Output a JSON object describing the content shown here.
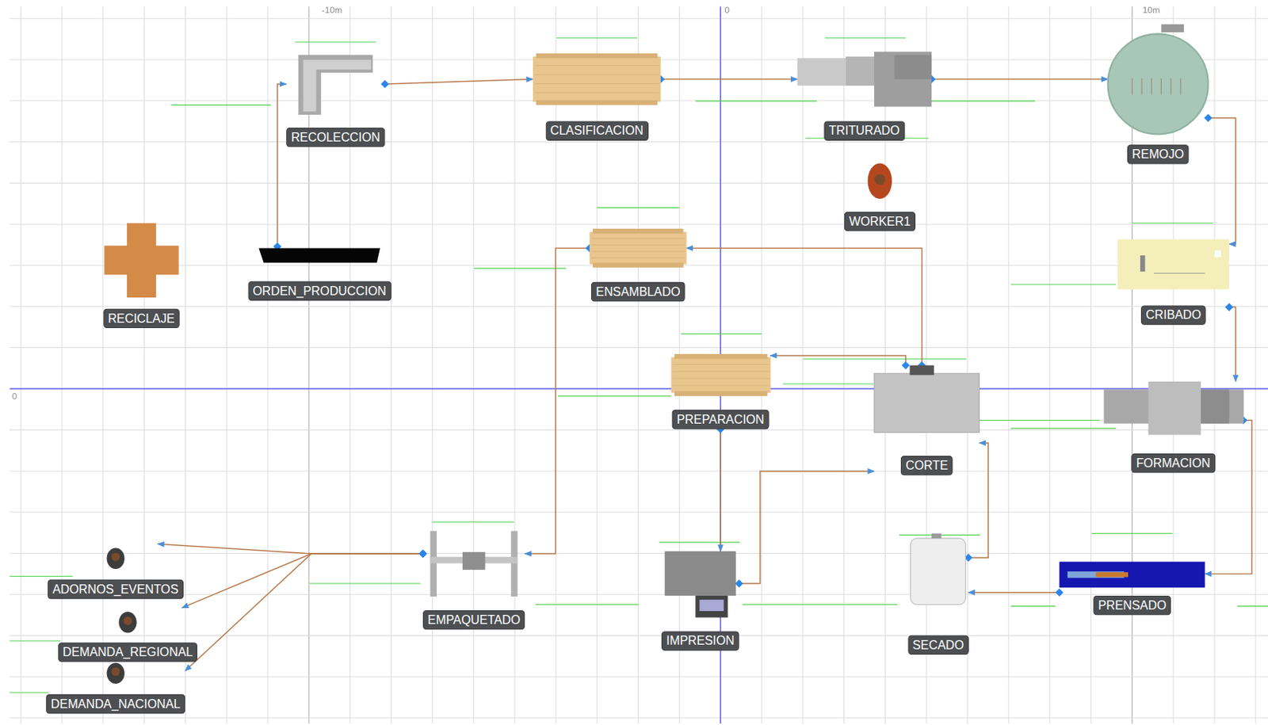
{
  "diagram": {
    "nodes": [
      {
        "text": [
          "RECOLECCION"
        ]
      },
      {
        "text": [
          "CLASIFICACION"
        ]
      },
      {
        "text": [
          "TRITURADO"
        ]
      },
      {
        "text": [
          "REMOJO"
        ]
      },
      {
        "text": [
          "WORKER1"
        ]
      },
      {
        "text": [
          "RECICLAJE"
        ]
      },
      {
        "text": [
          "ORDEN_PRODUCCION"
        ]
      },
      {
        "text": [
          "ENSAMBLADO"
        ]
      },
      {
        "text": [
          "CRIBADO"
        ]
      },
      {
        "text": [
          "PREPARACION"
        ]
      },
      {
        "text": [
          "CORTE"
        ]
      },
      {
        "text": [
          "FORMACION"
        ]
      },
      {
        "text": [
          "ADORNOS_EVENTOS"
        ]
      },
      {
        "text": [
          "EMPAQUETADO"
        ]
      },
      {
        "text": [
          "IMPRESION"
        ]
      },
      {
        "text": [
          "SECADO"
        ]
      },
      {
        "text": [
          "PRENSADO"
        ]
      },
      {
        "text": [
          "DEMANDA_REGIONAL"
        ]
      },
      {
        "text": [
          "DEMANDA_NACIONAL"
        ]
      }
    ],
    "edges": [
      {
        "from": 6,
        "to": 0,
        "arrow": "to"
      },
      {
        "from": 0,
        "to": 1,
        "arrow": "to"
      },
      {
        "from": 1,
        "to": 2,
        "arrow": "to"
      },
      {
        "from": 2,
        "to": 3,
        "arrow": "to"
      },
      {
        "from": 3,
        "to": 8,
        "arrow": "to"
      },
      {
        "from": 8,
        "to": 11,
        "arrow": "to"
      },
      {
        "from": 11,
        "to": 16,
        "arrow": "to"
      },
      {
        "from": 16,
        "to": 15,
        "arrow": "to"
      },
      {
        "from": 15,
        "to": 10,
        "arrow": "to"
      },
      {
        "from": 10,
        "to": 9,
        "arrow": "to"
      },
      {
        "from": 10,
        "to": 7,
        "arrow": "to"
      },
      {
        "from": 9,
        "to": 14,
        "arrow": "to"
      },
      {
        "from": 14,
        "to": 10,
        "arrow": "to"
      },
      {
        "from": 7,
        "to": 13,
        "arrow": "to"
      },
      {
        "from": 13,
        "to": 12,
        "arrow": "to"
      },
      {
        "from": 13,
        "to": 17,
        "arrow": "to"
      },
      {
        "from": 13,
        "to": 18,
        "arrow": "to"
      }
    ],
    "labels": [
      "-10m",
      "0",
      "10m",
      "0"
    ]
  }
}
